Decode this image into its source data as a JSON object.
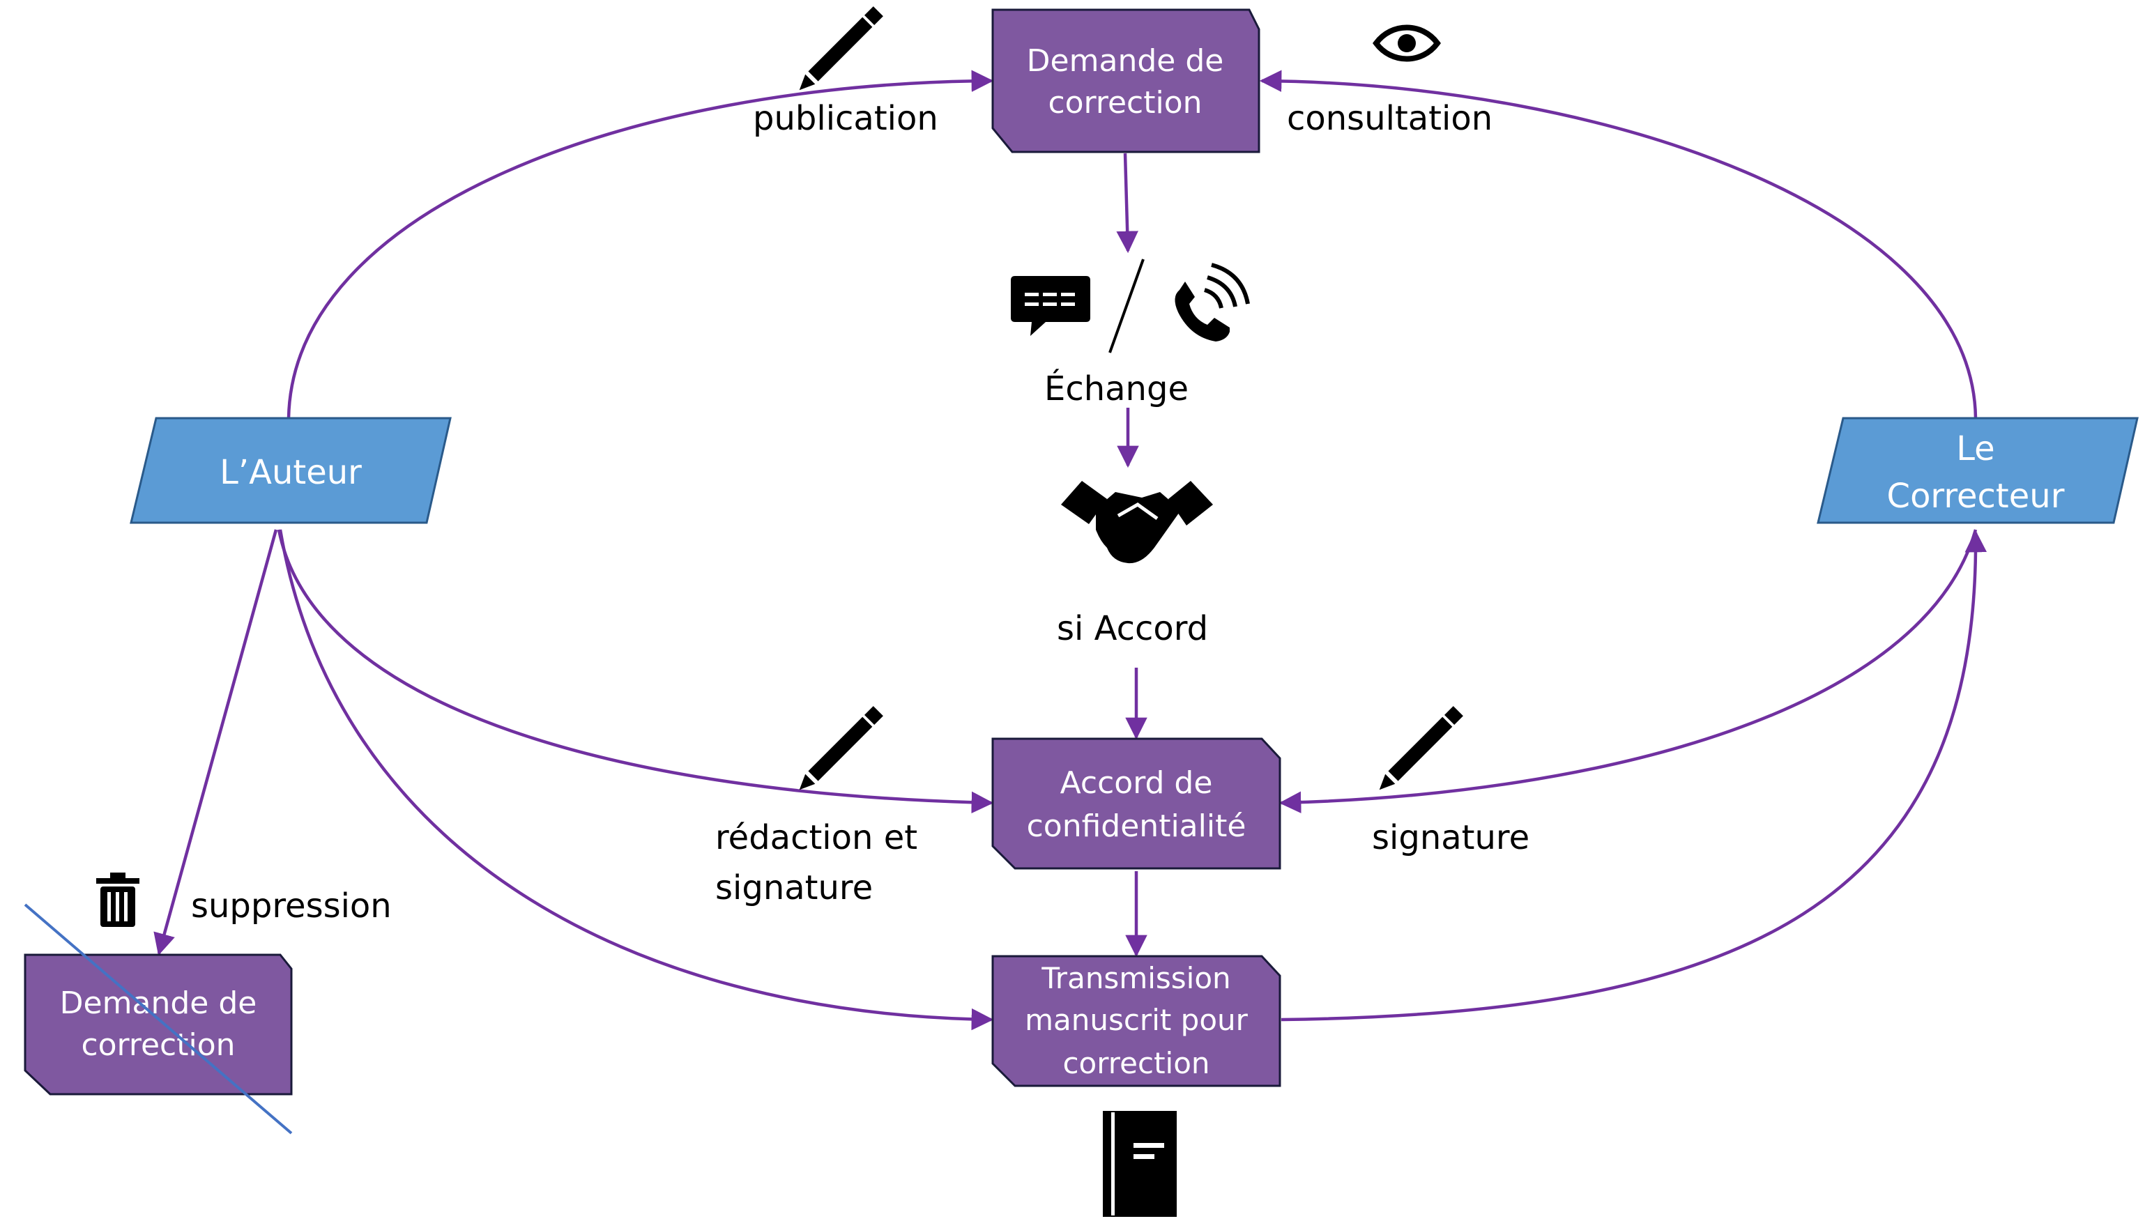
{
  "colors": {
    "node_fill": "#7f58a0",
    "node_stroke": "#1a1a3a",
    "actor_fill": "#5b9bd5",
    "actor_stroke": "#2a5a8a",
    "edge": "#7030a0",
    "strike": "#4472c4",
    "icon": "#000000"
  },
  "nodes": {
    "demande_top": {
      "lines": [
        "Demande de",
        "correction"
      ]
    },
    "auteur": {
      "lines": [
        "L’Auteur"
      ]
    },
    "correcteur": {
      "lines": [
        "Le",
        "Correcteur"
      ]
    },
    "accord": {
      "lines": [
        "Accord de",
        "confidentialité"
      ]
    },
    "transmission": {
      "lines": [
        "Transmission",
        "manuscrit pour",
        "correction"
      ]
    },
    "demande_deleted": {
      "lines": [
        "Demande de",
        "correction"
      ]
    }
  },
  "edge_labels": {
    "publication": "publication",
    "consultation": "consultation",
    "echange": "Échange",
    "si_accord": "si Accord",
    "redaction_line1": "rédaction et",
    "redaction_line2": "signature",
    "signature": "signature",
    "suppression": "suppression"
  },
  "icons": {
    "publication": "pencil-icon",
    "consultation": "eye-icon",
    "echange_chat": "chat-icon",
    "echange_phone": "phone-icon",
    "accord": "handshake-icon",
    "redaction": "pencil-icon",
    "signature": "pencil-icon",
    "suppression": "trash-icon",
    "transmission": "notebook-icon"
  }
}
